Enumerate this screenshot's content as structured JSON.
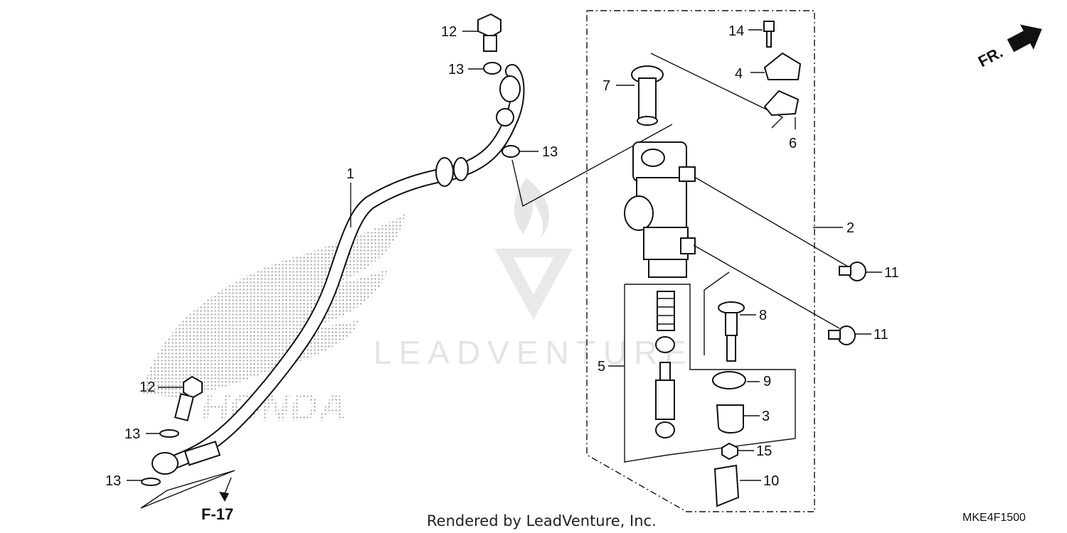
{
  "callouts": {
    "c1": "1",
    "c2": "2",
    "c3": "3",
    "c4": "4",
    "c5": "5",
    "c6": "6",
    "c7": "7",
    "c8": "8",
    "c9": "9",
    "c10": "10",
    "c11a": "11",
    "c11b": "11",
    "c12a": "12",
    "c12b": "12",
    "c13a": "13",
    "c13b": "13",
    "c13c": "13",
    "c13d": "13",
    "c14": "14",
    "c15": "15"
  },
  "direction_label": "FR.",
  "reference_label": "F-17",
  "watermark_text": "LEADVENTURE",
  "logo_text": "HONDA",
  "footer_credit": "Rendered by LeadVenture, Inc.",
  "diagram_code": "MKE4F1500",
  "colors": {
    "line": "#111111",
    "watermark": "#e4e4e4",
    "background": "#ffffff"
  }
}
